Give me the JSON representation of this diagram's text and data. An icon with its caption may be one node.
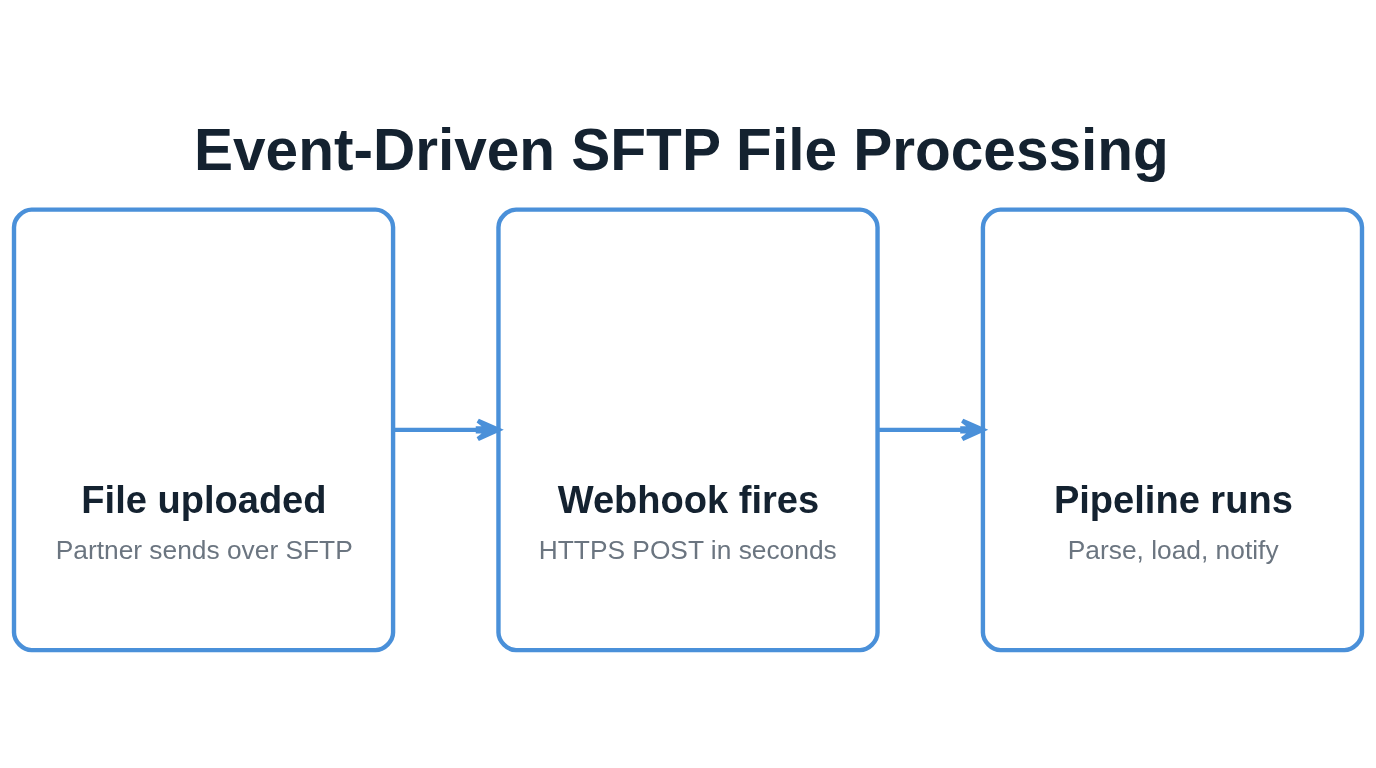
{
  "diagram": {
    "title": "Event-Driven SFTP File Processing",
    "nodes": [
      {
        "text": [
          "File uploaded",
          "Partner sends over SFTP"
        ]
      },
      {
        "text": [
          "Webhook fires",
          "HTTPS POST in seconds"
        ]
      },
      {
        "text": [
          "Pipeline runs",
          "Parse, load, notify"
        ]
      }
    ],
    "edges": [
      {
        "from": 0,
        "to": 1,
        "arrow": "to"
      },
      {
        "from": 1,
        "to": 2,
        "arrow": "to"
      }
    ]
  }
}
